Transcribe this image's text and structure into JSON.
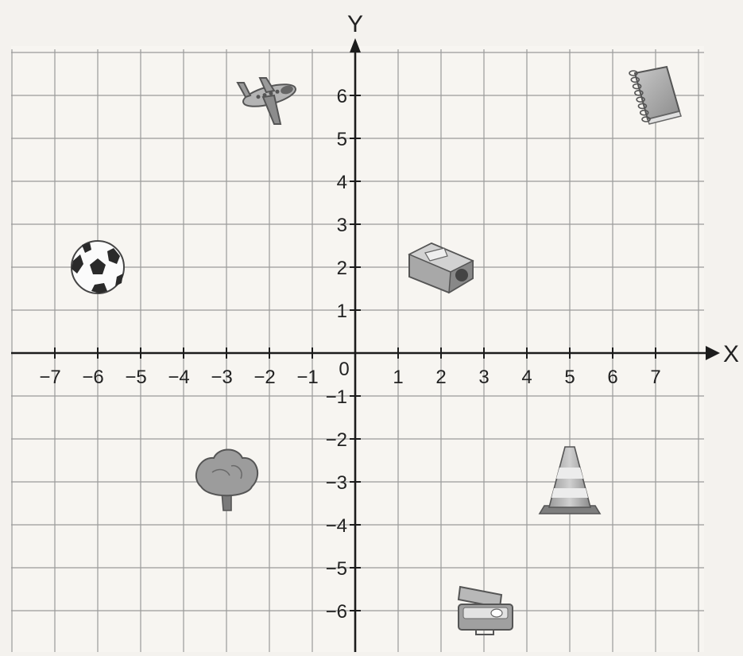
{
  "axes": {
    "x_label": "X",
    "y_label": "Y",
    "origin_label": "0",
    "x_range": [
      -8,
      8
    ],
    "y_range": [
      -7,
      7
    ],
    "x_ticks": [
      {
        "value": -7,
        "label": "−7"
      },
      {
        "value": -6,
        "label": "−6"
      },
      {
        "value": -5,
        "label": "−5"
      },
      {
        "value": -4,
        "label": "−4"
      },
      {
        "value": -3,
        "label": "−3"
      },
      {
        "value": -2,
        "label": "−2"
      },
      {
        "value": -1,
        "label": "−1"
      },
      {
        "value": 1,
        "label": "1"
      },
      {
        "value": 2,
        "label": "2"
      },
      {
        "value": 3,
        "label": "3"
      },
      {
        "value": 4,
        "label": "4"
      },
      {
        "value": 5,
        "label": "5"
      },
      {
        "value": 6,
        "label": "6"
      },
      {
        "value": 7,
        "label": "7"
      }
    ],
    "y_ticks": [
      {
        "value": 6,
        "label": "6"
      },
      {
        "value": 5,
        "label": "5"
      },
      {
        "value": 4,
        "label": "4"
      },
      {
        "value": 3,
        "label": "3"
      },
      {
        "value": 2,
        "label": "2"
      },
      {
        "value": 1,
        "label": "1"
      },
      {
        "value": -1,
        "label": "−1"
      },
      {
        "value": -2,
        "label": "−2"
      },
      {
        "value": -3,
        "label": "−3"
      },
      {
        "value": -4,
        "label": "−4"
      },
      {
        "value": -5,
        "label": "−5"
      },
      {
        "value": -6,
        "label": "−6"
      }
    ],
    "grid": true
  },
  "objects": [
    {
      "id": "airplane",
      "icon": "airplane-icon",
      "x": -2,
      "y": 6
    },
    {
      "id": "notebook",
      "icon": "notebook-icon",
      "x": 7,
      "y": 6
    },
    {
      "id": "soccer-ball",
      "icon": "soccer-ball-icon",
      "x": -6,
      "y": 2
    },
    {
      "id": "pencil-sharpener",
      "icon": "pencil-sharpener-icon",
      "x": 2,
      "y": 2
    },
    {
      "id": "tree",
      "icon": "tree-icon",
      "x": -3,
      "y": -3
    },
    {
      "id": "traffic-cone",
      "icon": "traffic-cone-icon",
      "x": 5,
      "y": -3
    },
    {
      "id": "lunchbox",
      "icon": "lunchbox-icon",
      "x": 3,
      "y": -6
    }
  ]
}
